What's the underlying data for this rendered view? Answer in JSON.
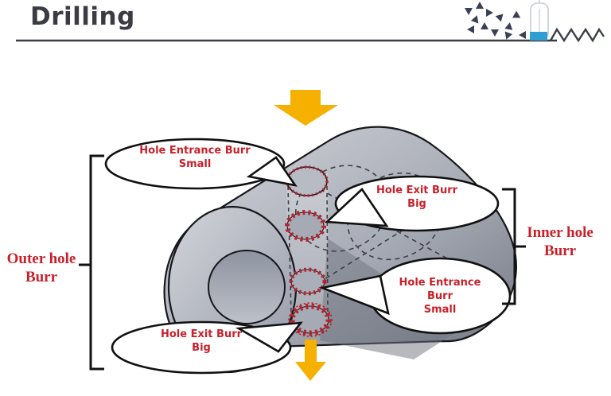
{
  "header": {
    "title": "Drilling"
  },
  "callouts": [
    {
      "name": "hole-entrance-burr-top",
      "line1": "Hole Entrance Burr",
      "line2": "Small"
    },
    {
      "name": "hole-exit-burr-inner-top",
      "line1": "Hole Exit Burr",
      "line2": "Big"
    },
    {
      "name": "hole-entrance-burr-inner-bottom",
      "line1": "Hole Entrance",
      "line2": "Burr",
      "line3": "Small"
    },
    {
      "name": "hole-exit-burr-outer-bottom",
      "line1": "Hole Exit Burr",
      "line2": "Big"
    }
  ],
  "side_labels": {
    "outer": {
      "line1": "Outer hole",
      "line2": "Burr"
    },
    "inner": {
      "line1": "Inner hole",
      "line2": "Burr"
    }
  },
  "colors": {
    "label_red": "#C9202A",
    "burr_red": "#B7222B",
    "arrow_yellow": "#F5B000",
    "ink": "#3B3B45",
    "tool_blue": "#2F9FD3"
  }
}
